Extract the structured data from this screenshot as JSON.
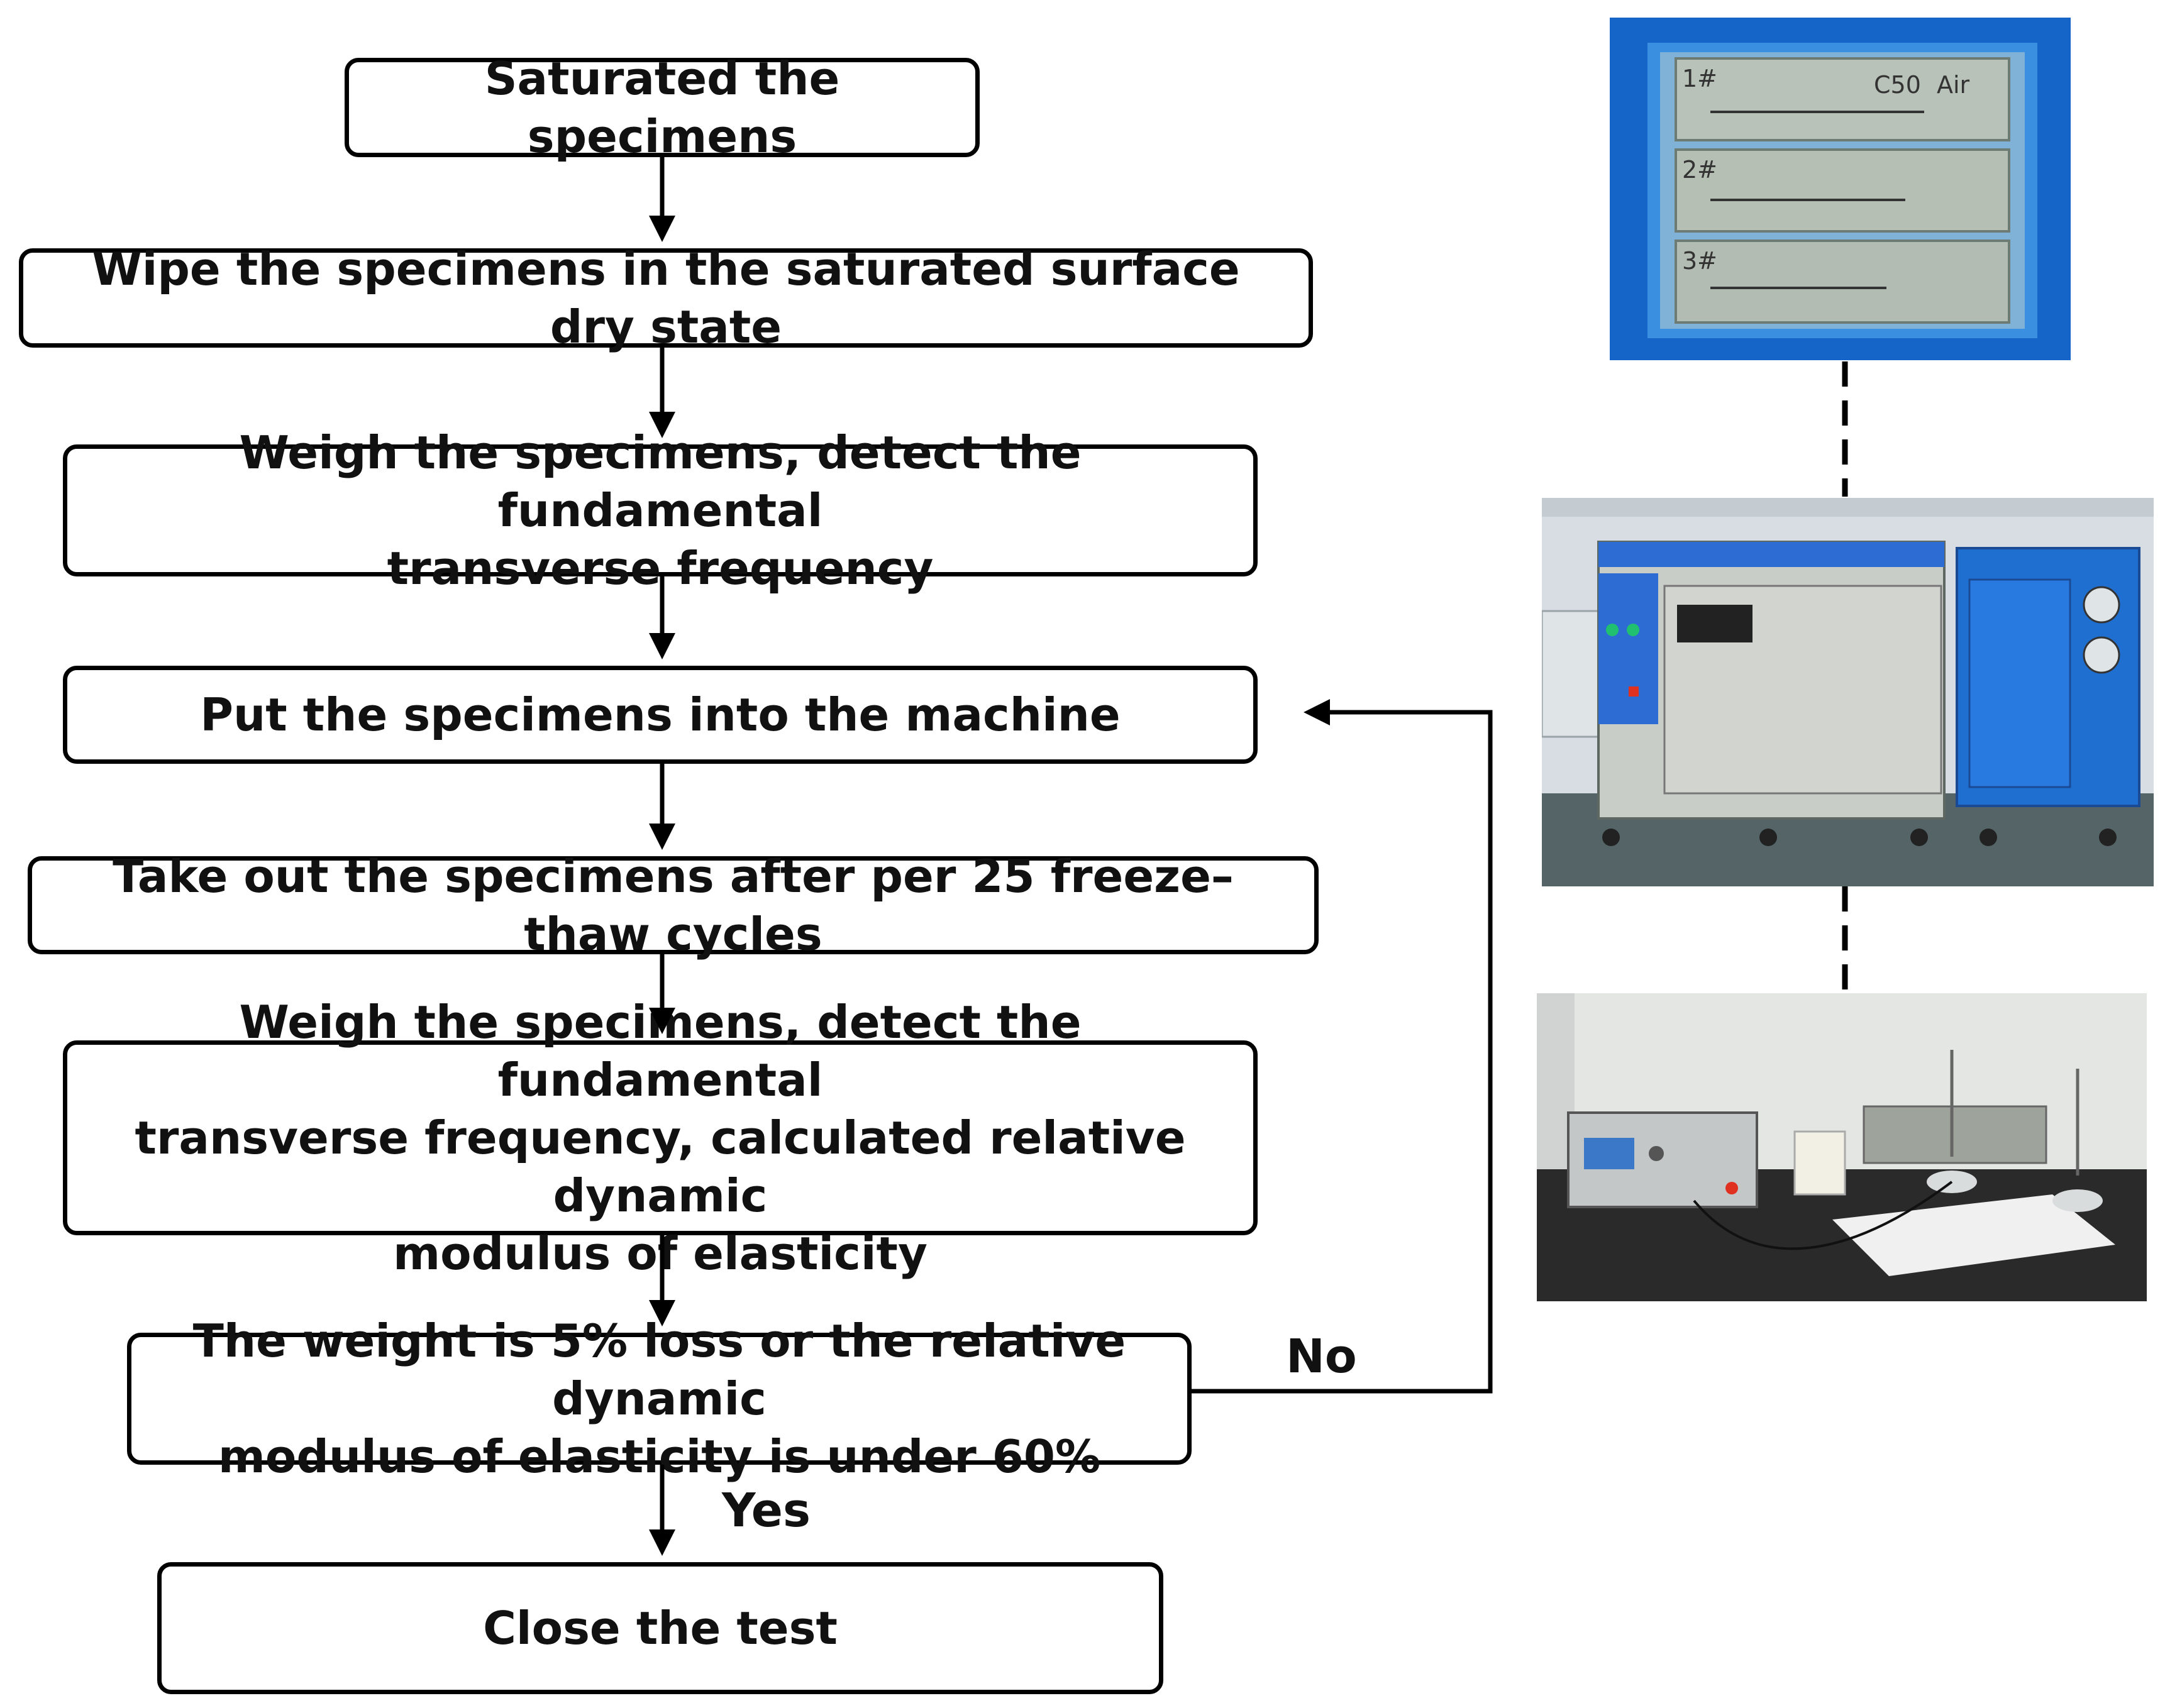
{
  "steps": [
    {
      "lines": [
        "Saturated the specimens"
      ]
    },
    {
      "lines": [
        "Wipe the specimens in the saturated surface dry state"
      ]
    },
    {
      "lines": [
        "Weigh the specimens, detect the fundamental",
        "transverse frequency"
      ]
    },
    {
      "lines": [
        "Put the specimens into the machine"
      ]
    },
    {
      "lines": [
        "Take out the specimens after per 25 freeze–thaw cycles"
      ]
    },
    {
      "lines": [
        "Weigh the specimens, detect the fundamental",
        "transverse frequency, calculated relative dynamic",
        "modulus of elasticity"
      ]
    },
    {
      "lines": [
        "The weight is 5% loss or the relative dynamic",
        "modulus of elasticity is under 60%"
      ]
    },
    {
      "lines": [
        "Close the test"
      ]
    }
  ],
  "branch": {
    "no": "No",
    "yes": "Yes"
  },
  "photos": {
    "specimens_in_water": {
      "labels": [
        "1#",
        "2#",
        "3#"
      ],
      "marks": [
        "C50",
        "Air"
      ]
    }
  },
  "colors": {
    "line": "#000000",
    "tank_blue": "#1565c8",
    "machine_blue": "#1f6fd1"
  }
}
